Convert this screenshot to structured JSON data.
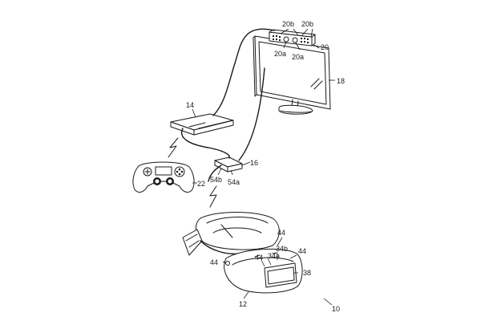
{
  "labels": {
    "camera_ref": "20",
    "camera_light_left": "20b",
    "camera_light_right": "20b",
    "camera_lens_left": "20a",
    "camera_lens_right": "20a",
    "display_ref": "18",
    "console_ref": "14",
    "processor_ref": "16",
    "processor_port_b": "54b",
    "processor_port_a": "54a",
    "controller_ref": "22",
    "hmd_marker_top": "44",
    "hmd_marker_right": "44",
    "hmd_marker_mid": "44",
    "hmd_marker_left": "44",
    "hmd_sensor_b": "34b",
    "hmd_sensor_a": "34a",
    "hmd_visor_ref": "38",
    "hmd_ref": "12",
    "system_ref": "10"
  },
  "icons": {
    "wireless_link_controller": "lightning-zigzag",
    "wireless_link_hmd": "lightning-zigzag"
  }
}
